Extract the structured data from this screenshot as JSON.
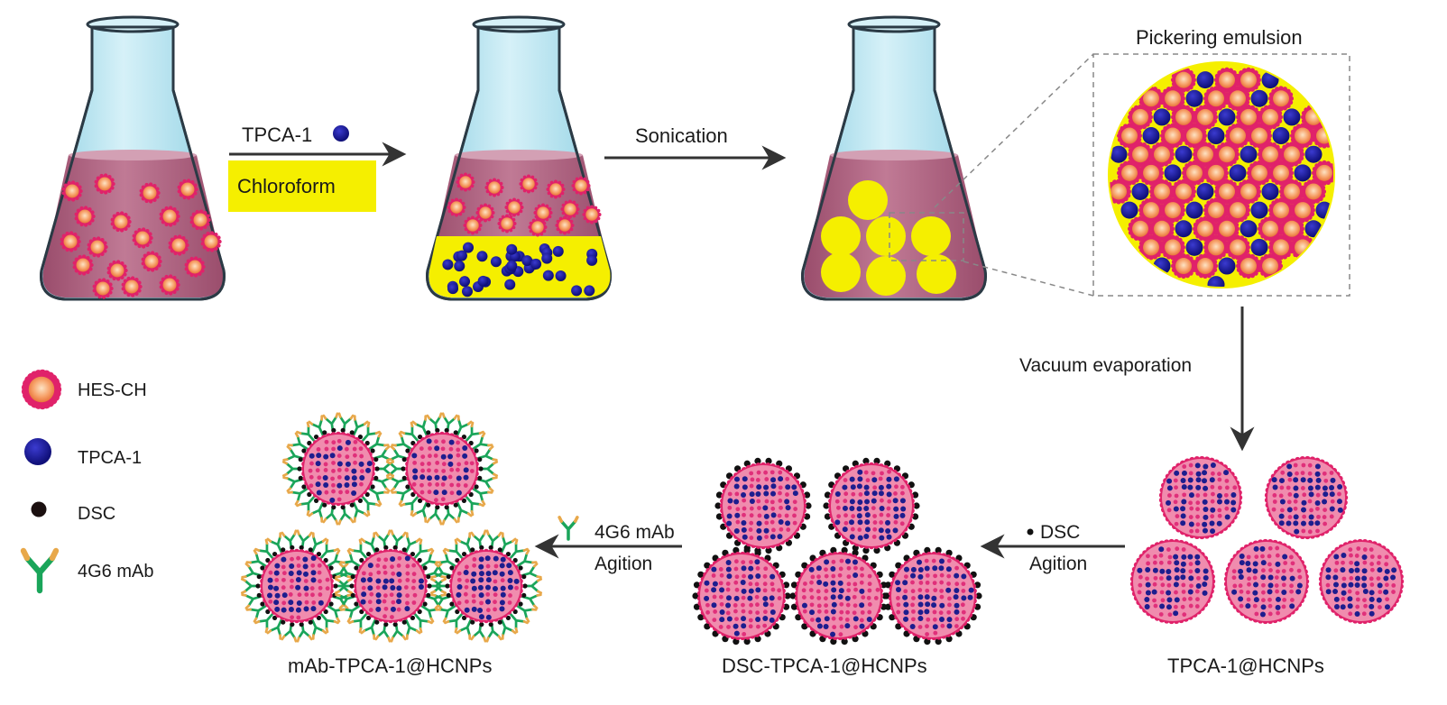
{
  "steps": {
    "step1_reagent": "TPCA-1",
    "step1_solvent": "Chloroform",
    "step2": "Sonication",
    "inset_title": "Pickering emulsion",
    "step3": "Vacuum evaporation",
    "step4_reagent": "DSC",
    "step4_action": "Agition",
    "step5_reagent": "4G6 mAb",
    "step5_action": "Agition"
  },
  "products": {
    "p1": "TPCA-1@HCNPs",
    "p2": "DSC-TPCA-1@HCNPs",
    "p3": "mAb-TPCA-1@HCNPs"
  },
  "legend": {
    "items": [
      {
        "icon": "hes-ch-particle-icon",
        "label": "HES-CH"
      },
      {
        "icon": "tpca1-molecule-icon",
        "label": "TPCA-1"
      },
      {
        "icon": "dsc-dot-icon",
        "label": "DSC"
      },
      {
        "icon": "antibody-icon",
        "label": "4G6 mAb"
      }
    ]
  },
  "colors": {
    "liquid": "#b3627f",
    "glass_top": "#b9e4ef",
    "chloroform": "#f5ef00",
    "tpca1": "#1a1a8c",
    "hes_core": "#f7a26a",
    "hes_shell": "#e0226a",
    "dsc": "#111111",
    "antibody_stem": "#1aa55a",
    "antibody_tip": "#e8a84a",
    "arrow": "#333333"
  }
}
